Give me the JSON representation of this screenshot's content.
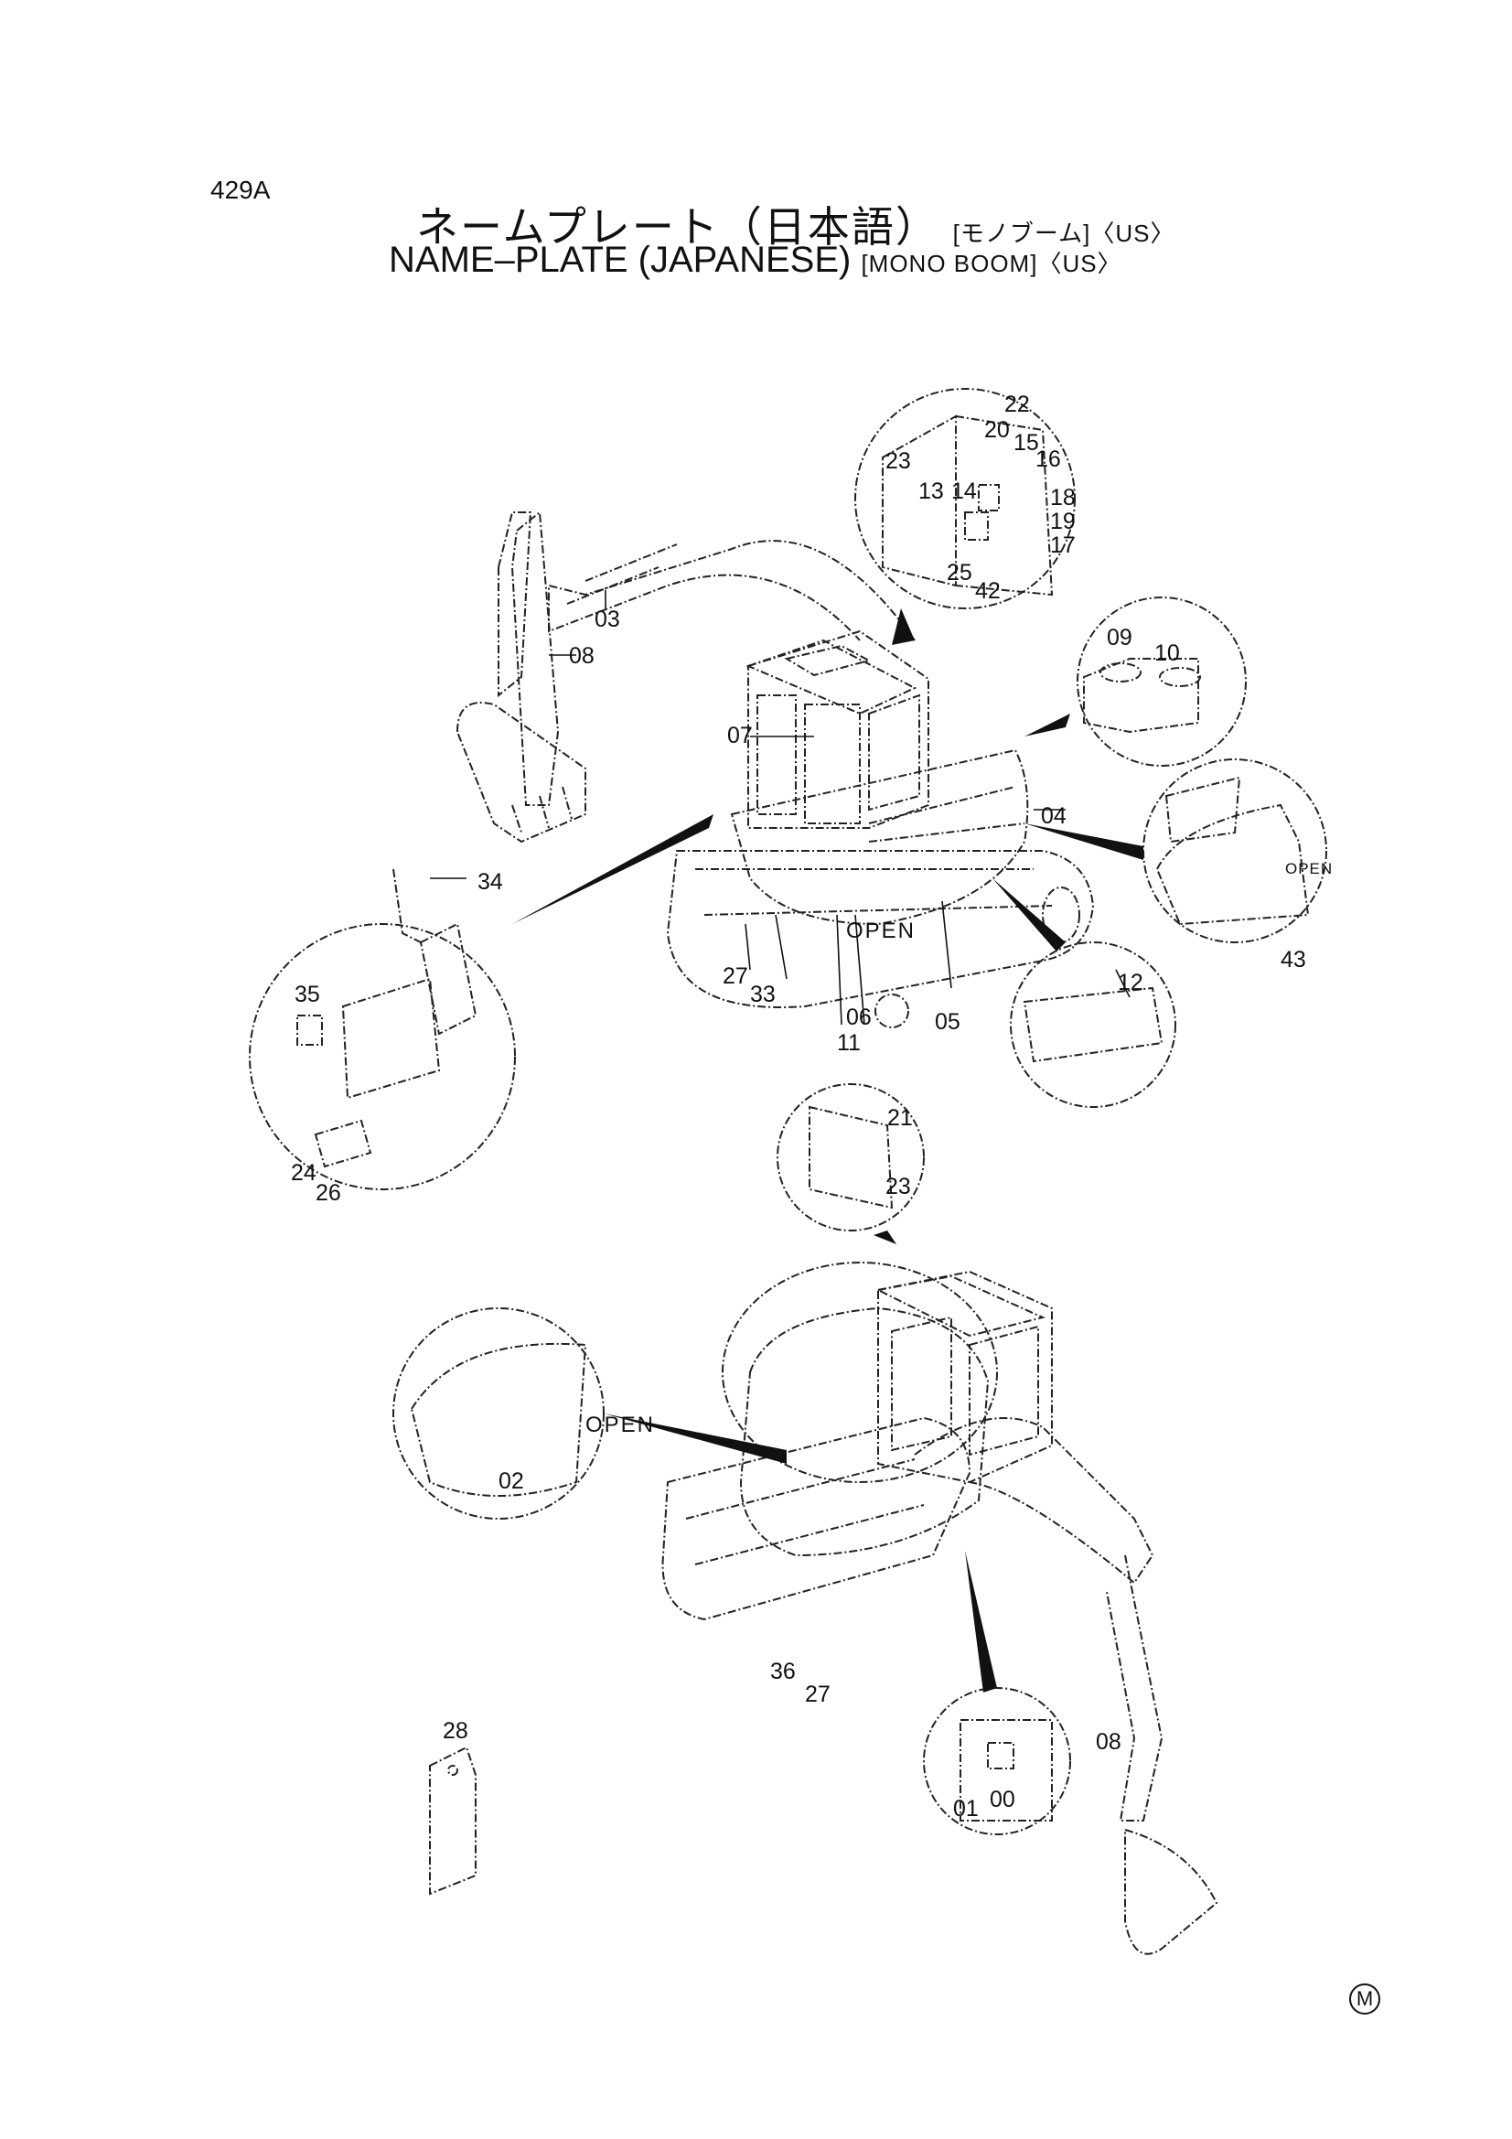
{
  "page": {
    "code": "429A",
    "title_jp": "ネームプレート（日本語）",
    "title_jp_suffix": "[モノブーム]〈US〉",
    "title_en": "NAME–PLATE (JAPANESE)",
    "title_en_suffix": "[MONO BOOM]〈US〉",
    "mark": "M"
  },
  "labels": {
    "open": "OPEN"
  },
  "callouts": {
    "c00": "00",
    "c01": "01",
    "c02": "02",
    "c03": "03",
    "c04": "04",
    "c05": "05",
    "c06": "06",
    "c07": "07",
    "c08a": "08",
    "c08b": "08",
    "c09": "09",
    "c10": "10",
    "c11": "11",
    "c12": "12",
    "c13": "13",
    "c14": "14",
    "c15": "15",
    "c16": "16",
    "c17": "17",
    "c18": "18",
    "c19": "19",
    "c20": "20",
    "c21": "21",
    "c22": "22",
    "c23a": "23",
    "c23b": "23",
    "c24": "24",
    "c25": "25",
    "c26": "26",
    "c27a": "27",
    "c27b": "27",
    "c28": "28",
    "c33": "33",
    "c34": "34",
    "c35": "35",
    "c36": "36",
    "c42": "42",
    "c43": "43"
  }
}
